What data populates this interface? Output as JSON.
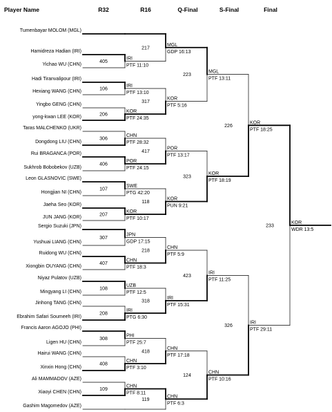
{
  "headers": {
    "player_name": "Player Name",
    "r32": "R32",
    "r16": "R16",
    "qf": "Q-Final",
    "sf": "S-Final",
    "final": "Final"
  },
  "players": [
    "Tumenbayar MOLOM (MGL)",
    "Hamidreza Hadian (IRI)",
    "Yichao WU (CHN)",
    "Hadi Tiranvalipour (IRI)",
    "Hexiang WANG (CHN)",
    "Yingbo GENG (CHN)",
    "yong-kwan LEE (KOR)",
    "Taras MALCHENKO (UKR)",
    "Dongdong LIU (CHN)",
    "Rui BRAGANCA (POR)",
    "Sukhrob Bobobekov (UZB)",
    "Leon GLASNOVIC (SWE)",
    "Hongjian NI (CHN)",
    "Jaeha Seo (KOR)",
    "JUN JANG (KOR)",
    "Sergio Suzuki (JPN)",
    "Yushuai LIANG (CHN)",
    "Ruidong WU (CHN)",
    "Xiongbin OUYANG (CHN)",
    "Niyaz Pulatov (UZB)",
    "Mingyang LI (CHN)",
    "Jinhong TANG (CHN)",
    "Ebrahim Safari Soumeeh (IRI)",
    "Francis Aaron AGOJO (PHI)",
    "Ligen HU (CHN)",
    "Hairui WANG (CHN)",
    "Xinxin Hong (CHN)",
    "Ali MAMMADOV (AZE)",
    "Xiaoyi CHEN (CHN)",
    "Gashim Magomedov (AZE)"
  ],
  "r32_matches": [
    {
      "no": "405",
      "winner": "IRI",
      "score": "PTF 11:10"
    },
    {
      "no": "106",
      "winner": "IRI",
      "score": "PTF 13:10"
    },
    {
      "no": "206",
      "winner": "KOR",
      "score": "PTF 24:35"
    },
    {
      "no": "306",
      "winner": "CHN",
      "score": "PTF 28:32"
    },
    {
      "no": "406",
      "winner": "POR",
      "score": "PTF 24:15"
    },
    {
      "no": "107",
      "winner": "SWE",
      "score": "PTG 42:20"
    },
    {
      "no": "207",
      "winner": "KOR",
      "score": "PTF 10:17"
    },
    {
      "no": "307",
      "winner": "JPN",
      "score": "GDP 17:15"
    },
    {
      "no": "407",
      "winner": "CHN",
      "score": "PTF 18:3"
    },
    {
      "no": "108",
      "winner": "UZB",
      "score": "PTF 12:5"
    },
    {
      "no": "208",
      "winner": "IRI",
      "score": "PTG 6:30"
    },
    {
      "no": "308",
      "winner": "PHI",
      "score": "PTF 25:7"
    },
    {
      "no": "408",
      "winner": "CHN",
      "score": "PTF 3:10"
    },
    {
      "no": "109",
      "winner": "CHN",
      "score": "PTF 8:11"
    }
  ],
  "r16_matches": [
    {
      "no": "217",
      "winner": "MGL",
      "score": "GDP 16:13"
    },
    {
      "no": "317",
      "winner": "KOR",
      "score": "PTF 5:16"
    },
    {
      "no": "417",
      "winner": "POR",
      "score": "PTF 13:17"
    },
    {
      "no": "118",
      "winner": "KOR",
      "score": "PUN 9:21"
    },
    {
      "no": "218",
      "winner": "CHN",
      "score": "PTF 5:9"
    },
    {
      "no": "318",
      "winner": "IRI",
      "score": "PTF 15:31"
    },
    {
      "no": "418",
      "winner": "CHN",
      "score": "PTF 17:18"
    },
    {
      "no": "119",
      "winner": "CHN",
      "score": "PTF 6:3"
    }
  ],
  "qf_matches": [
    {
      "no": "223",
      "winner": "MGL",
      "score": "PTF 13:11"
    },
    {
      "no": "323",
      "winner": "KOR",
      "score": "PTF 18:19"
    },
    {
      "no": "423",
      "winner": "IRI",
      "score": "PTF 11:25"
    },
    {
      "no": "124",
      "winner": "CHN",
      "score": "PTF 10:16"
    }
  ],
  "sf_matches": [
    {
      "no": "226",
      "winner": "KOR",
      "score": "PTF 18:25"
    },
    {
      "no": "326",
      "winner": "IRI",
      "score": "PTF 29:11"
    }
  ],
  "final_match": {
    "no": "233",
    "winner": "KOR",
    "score": "WDR 13:5"
  }
}
